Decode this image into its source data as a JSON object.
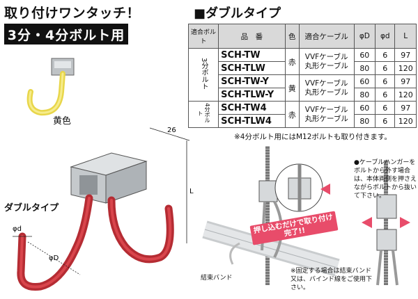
{
  "headline": "取り付けワンタッチ！",
  "bolt_badge": "3分・4分ボルト用",
  "color_label": "黄色",
  "double_type_label": "ダブルタイプ",
  "section_title": "■ダブルタイプ",
  "table": {
    "headers": [
      "適合ボルト",
      "品　番",
      "色",
      "適合ケーブル",
      "φD",
      "φd",
      "L"
    ],
    "group1": "3分ボルト",
    "group2": "4分ボルト",
    "rows": [
      {
        "model": "SCH-TW",
        "d": "60",
        "dd": "6",
        "l": "97"
      },
      {
        "model": "SCH-TLW",
        "d": "80",
        "dd": "6",
        "l": "120"
      },
      {
        "model": "SCH-TW-Y",
        "d": "60",
        "dd": "6",
        "l": "97"
      },
      {
        "model": "SCH-TLW-Y",
        "d": "80",
        "dd": "6",
        "l": "120"
      },
      {
        "model": "SCH-TW4",
        "d": "60",
        "dd": "6",
        "l": "97"
      },
      {
        "model": "SCH-TLW4",
        "d": "80",
        "dd": "6",
        "l": "120"
      }
    ],
    "color_red": "赤",
    "color_yellow": "黄",
    "cable_a": "VVFケーブル",
    "cable_b": "丸形ケーブル"
  },
  "note_m12": "※4分ボルト用にはM12ボルトも取り付きます。",
  "dims": {
    "width": "26",
    "length": "L",
    "phi_d_small": "φd",
    "phi_d_large": "φD"
  },
  "press_banner": "押し込むだけで取り付け完了!!",
  "tie_label": "結束バンド",
  "fix_note": "※固定する場合は結束バンド又は、バインド線をご使用下さい。",
  "remove_note": "●ケーブルハンガーをボルトから外す場合は、本体両側を押さえながらボルトから抜いて下さい。",
  "colors": {
    "red_hook": "#c8363d",
    "yellow_hook": "#f0e05a",
    "banner": "#e84c6a"
  }
}
